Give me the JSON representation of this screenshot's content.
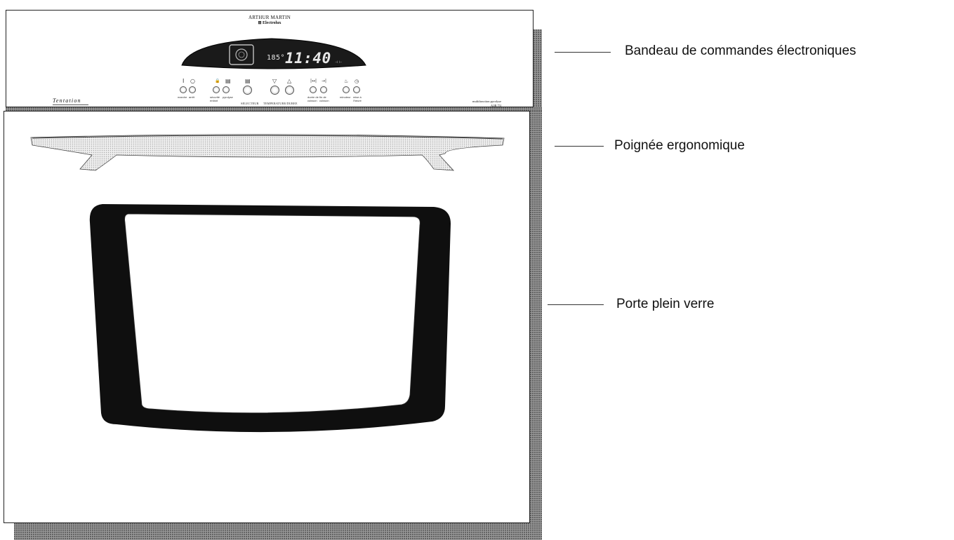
{
  "panel": {
    "brand_name": "ARTHUR MARTIN",
    "brand_sub": "⊞ Electrolux",
    "model_name": "Tentation",
    "spec_line1": "multifonction pyrolyse",
    "spec_line2": "AOB 751",
    "display": {
      "temperature": "185°",
      "time": "11:40"
    },
    "controls": [
      {
        "symbol": "I",
        "label": "marche"
      },
      {
        "symbol": "○",
        "label": "arrêt"
      },
      {
        "symbol": "🔒",
        "label": "sécurité enfant"
      },
      {
        "symbol": "▤",
        "label": "pyrolyse"
      },
      {
        "symbol": "▤",
        "label": ""
      },
      {
        "symbol": "▽",
        "label": ""
      },
      {
        "symbol": "△",
        "label": ""
      },
      {
        "symbol": "|↔|",
        "label": "durée de cuisson"
      },
      {
        "symbol": "→|",
        "label": "fin de cuisson"
      },
      {
        "symbol": "♨",
        "label": "minuteur"
      },
      {
        "symbol": "◷",
        "label": "mise à l'heure"
      }
    ],
    "selector_label": "SELECTEUR",
    "temperature_label": "TEMPERATURE/DUREE"
  },
  "callouts": [
    {
      "label": "Bandeau de commandes électroniques"
    },
    {
      "label": "Poignée ergonomique"
    },
    {
      "label": "Porte plein verre"
    }
  ],
  "colors": {
    "shadow": "#9a9a9a",
    "display_background": "#1a1a1a",
    "window_frame": "#111111"
  }
}
